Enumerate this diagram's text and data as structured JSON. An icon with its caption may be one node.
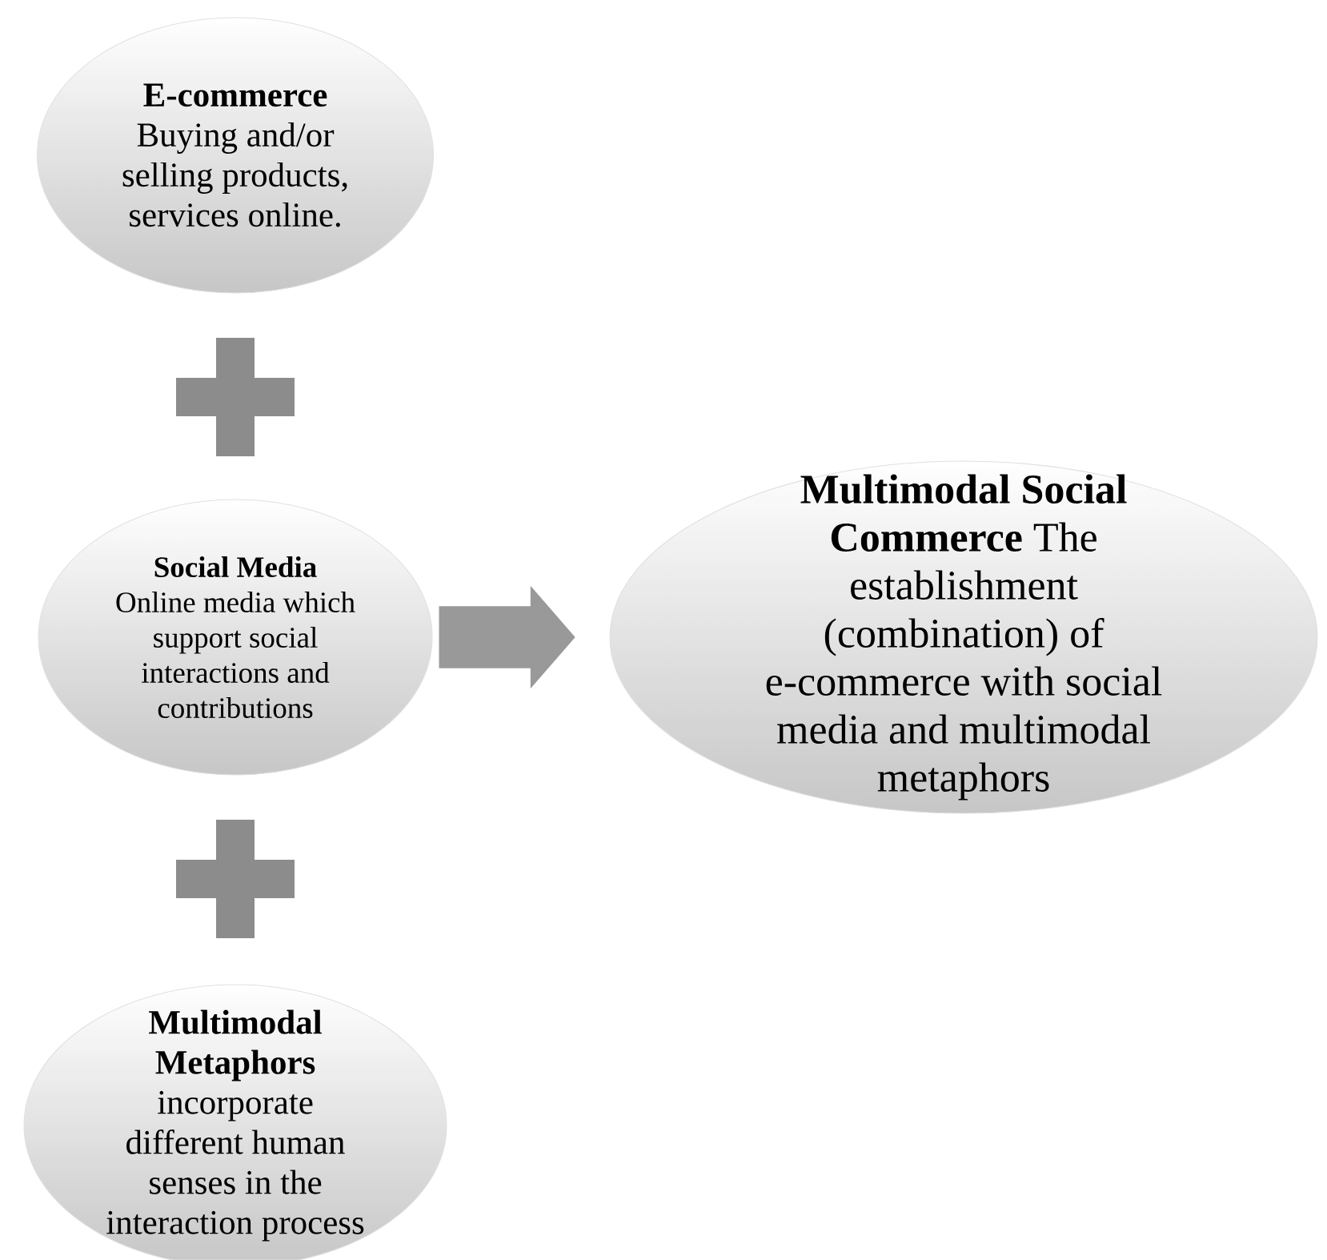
{
  "diagram": {
    "nodes": [
      {
        "text": [
          "E-commerce",
          "Buying and/or selling products, services online."
        ]
      },
      {
        "text": [],
        "shape": "plus"
      },
      {
        "text": [
          "Social Media",
          "Online media which support social interactions and contributions"
        ]
      },
      {
        "text": [],
        "shape": "plus"
      },
      {
        "text": [
          "Multimodal Metaphors",
          "incorporate different human senses in the interaction process"
        ]
      },
      {
        "text": [
          "Multimodal Social Commerce",
          "The establishment (combination) of e-commerce with social media and multimodal metaphors"
        ]
      }
    ],
    "edges": [
      {
        "from": 2,
        "to": 5,
        "arrow": "to"
      }
    ]
  }
}
